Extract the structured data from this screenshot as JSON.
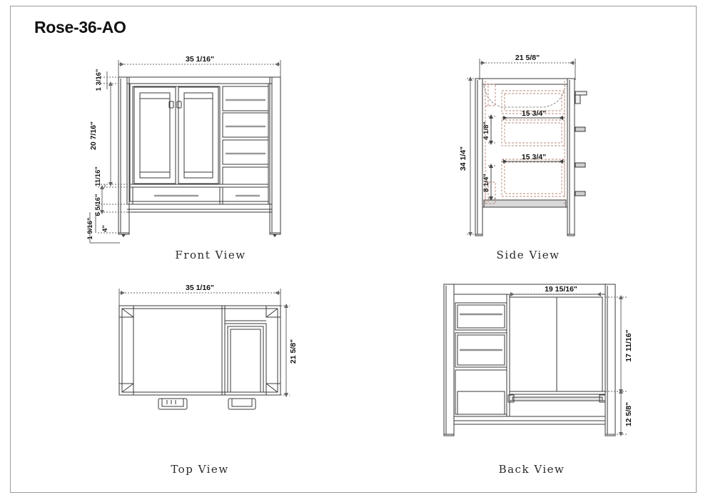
{
  "drawing": {
    "title": "Rose-36-AO",
    "product_type": "bathroom-vanity-spec-sheet",
    "border_color": "#9a9a9a",
    "line_color": "#3a3a3a",
    "hidden_line_color": "#b98a7a",
    "background": "#ffffff"
  },
  "views": [
    {
      "id": "front",
      "label": "Front View",
      "dimensions": {
        "width_overall": "35 1/16\"",
        "top_band": "1 3/16\"",
        "door_height": "20 7/16\"",
        "rail": "11/16\"",
        "bottom_drawer": "6 5/16\"",
        "toe_kick": "4\"",
        "leg": "1 9/16\""
      }
    },
    {
      "id": "side",
      "label": "Side View",
      "dimensions": {
        "depth_overall": "21 5/8\"",
        "height_overall": "34 1/4\"",
        "upper_drawer_height": "4 1/8\"",
        "upper_drawer_depth": "15 3/4\"",
        "lower_drawer_depth": "15 3/4\"",
        "lower_drawer_height": "8 1/4\""
      }
    },
    {
      "id": "top",
      "label": "Top View",
      "dimensions": {
        "width_overall": "35 1/16\"",
        "depth_overall": "21 5/8\""
      }
    },
    {
      "id": "back",
      "label": "Back View",
      "dimensions": {
        "panel_width": "19 15/16\"",
        "upper_height": "17 11/16\"",
        "lower_height": "12 5/8\""
      }
    }
  ]
}
